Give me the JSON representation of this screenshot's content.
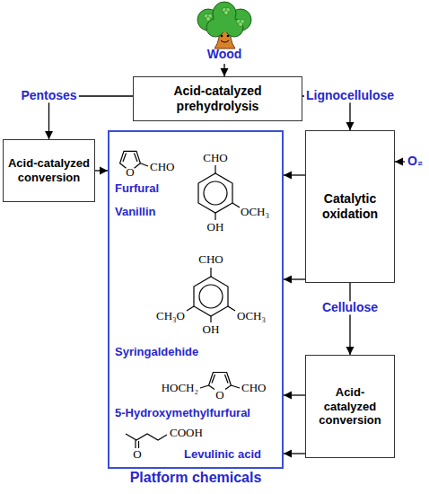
{
  "diagram": {
    "nodes": [
      {
        "text": [
          "Acid-catalyzed prehydrolysis"
        ]
      },
      {
        "text": [
          "Acid-catalyzed conversion"
        ]
      },
      {
        "text": [
          "Platform chemicals"
        ]
      },
      {
        "text": [
          "Catalytic oxidation"
        ]
      },
      {
        "text": [
          "Acid-catalyzed conversion"
        ]
      }
    ],
    "edges": [
      {
        "from": 0,
        "to": 1,
        "label": "Pentoses",
        "arrow": "to"
      },
      {
        "from": 0,
        "to": 3,
        "label": "Lignocellulose",
        "arrow": "to"
      },
      {
        "from": 1,
        "to": 2,
        "arrow": "to"
      },
      {
        "from": 3,
        "to": 2,
        "arrow": "to"
      },
      {
        "from": 3,
        "to": 2,
        "arrow": "to"
      },
      {
        "from": 3,
        "to": 4,
        "label": "Cellulose",
        "arrow": "to"
      },
      {
        "from": 4,
        "to": 2,
        "arrow": "to"
      },
      {
        "from": 4,
        "to": 2,
        "arrow": "to"
      }
    ],
    "labels": [
      "Wood",
      "O₂",
      "CHO",
      "O",
      "Furfural",
      "CHO",
      "OCH₃",
      "OH",
      "Vanillin",
      "CHO",
      "CH₃O",
      "OCH₃",
      "OH",
      "Syringaldehide",
      "HOCH₂",
      "O",
      "CHO",
      "5-Hydroxymethylfurfural",
      "O",
      "COOH",
      "Levulinic acid"
    ]
  }
}
